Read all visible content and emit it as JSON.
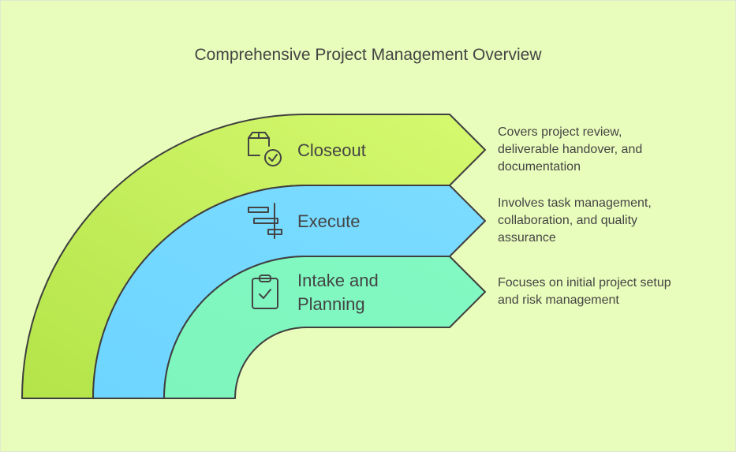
{
  "title": "Comprehensive Project Management Overview",
  "stages": [
    {
      "name": "Closeout",
      "icon": "box-check-icon",
      "description_lines": [
        "Covers project review,",
        "deliverable handover, and",
        "documentation"
      ],
      "color": "#d3f76f"
    },
    {
      "name": "Execute",
      "icon": "gantt-icon",
      "description_lines": [
        "Involves task management,",
        "collaboration, and quality",
        "assurance"
      ],
      "color": "#7adcff"
    },
    {
      "name_lines": [
        "Intake and",
        "Planning"
      ],
      "icon": "clipboard-check-icon",
      "description_lines": [
        "Focuses on initial project setup",
        "and risk management"
      ],
      "color": "#80f8c0"
    }
  ]
}
